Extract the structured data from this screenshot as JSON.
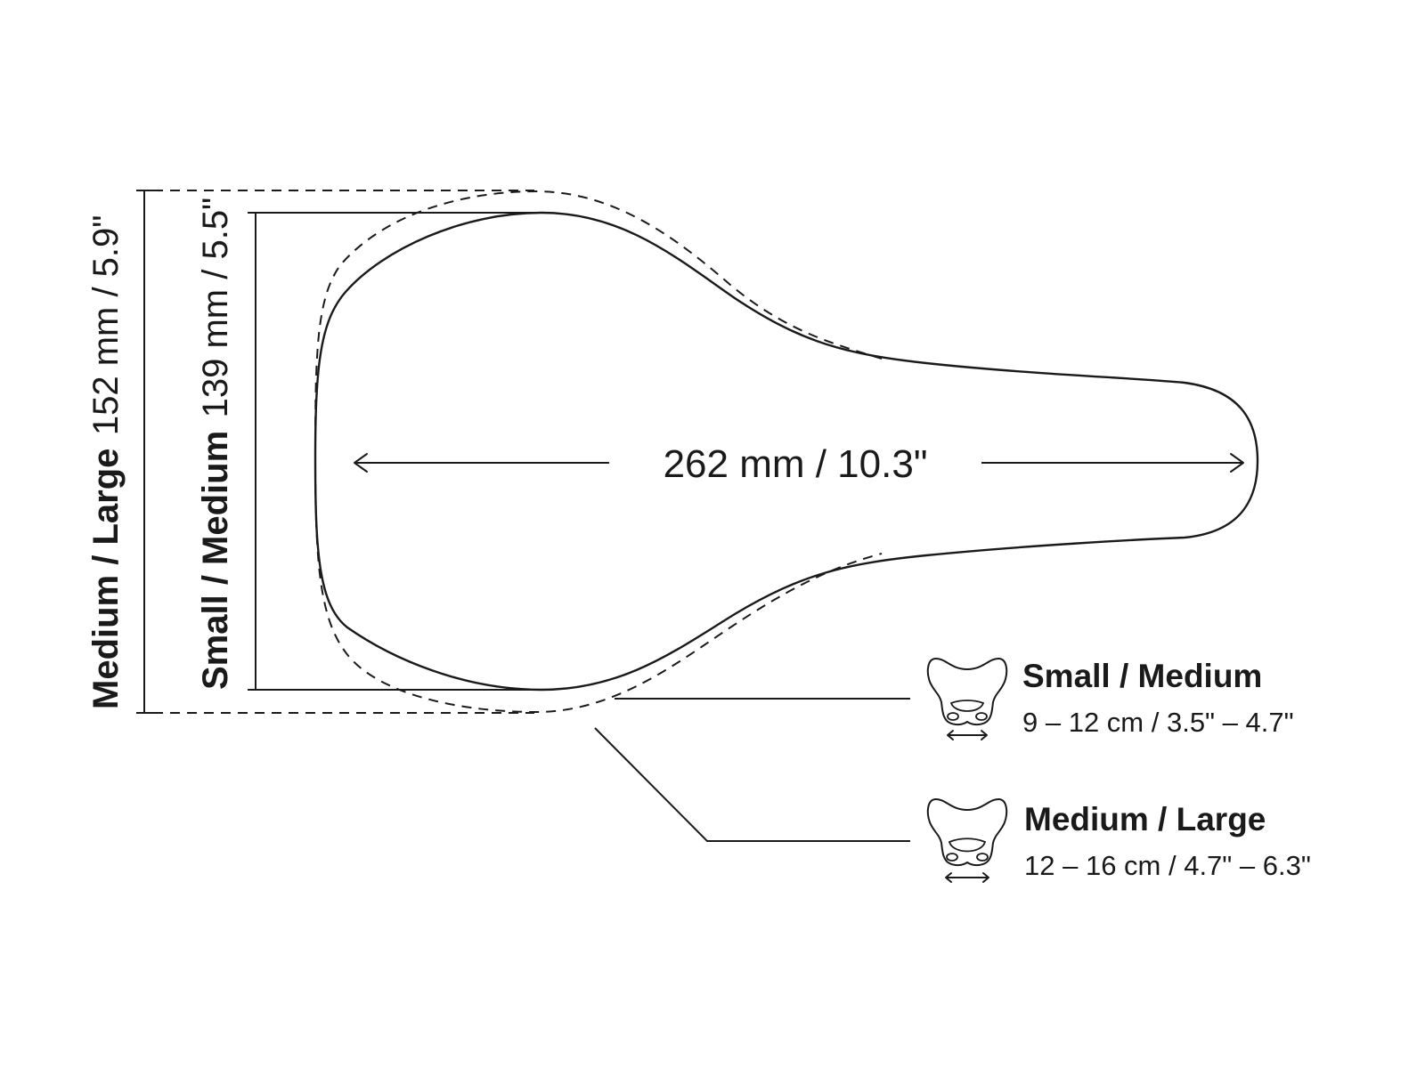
{
  "saddle": {
    "length_label": "262 mm / 10.3\"",
    "width_large": {
      "size": "Medium / Large",
      "value": "152 mm / 5.9\""
    },
    "width_small": {
      "size": "Small / Medium",
      "value": "139 mm / 5.5\""
    }
  },
  "legend": {
    "small": {
      "title": "Small / Medium",
      "range": "9 – 12 cm / 3.5\" – 4.7\""
    },
    "large": {
      "title": "Medium / Large",
      "range": "12 – 16 cm / 4.7\" – 6.3\""
    }
  },
  "icons": {
    "pelvis_small": "pelvis-icon",
    "pelvis_large": "pelvis-icon",
    "width_arrow": "double-arrow-icon"
  }
}
